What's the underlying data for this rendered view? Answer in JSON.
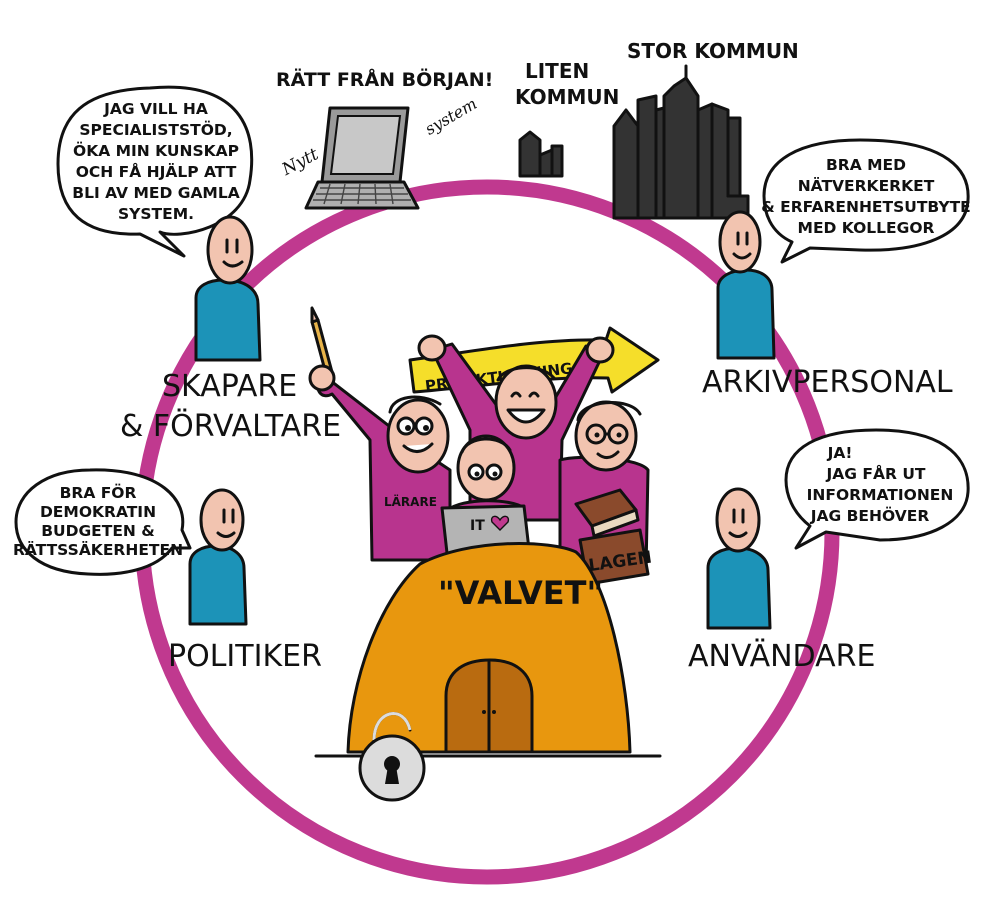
{
  "colors": {
    "ring": "#c0398f",
    "person_skin": "#f2c4b0",
    "person_body": "#1c93b8",
    "team_shirt": "#b8348e",
    "vault": "#e8970e",
    "door": "#b96b10",
    "city": "#333333",
    "banner": "#f5de2a",
    "book": "#8a4a2c"
  },
  "icons": [
    "laptop-icon",
    "skyline-icon",
    "padlock-icon",
    "vault-icon",
    "banner-arrow-icon",
    "pencil-icon",
    "book-icon",
    "heart-icon"
  ],
  "top": {
    "laptop_caption": "RÄTT FRÅN BÖRJAN!",
    "laptop_note_left": "Nytt",
    "laptop_note_right": "system",
    "small_city": [
      "LITEN",
      "KOMMUN"
    ],
    "big_city": "STOR KOMMUN"
  },
  "roles": {
    "creators": [
      "SKAPARE",
      "& FÖRVALTARE"
    ],
    "archivists": "ARKIVPERSONAL",
    "politicians": "POLITIKER",
    "users": "ANVÄNDARE"
  },
  "bubbles": {
    "creators": [
      "JAG VILL HA",
      "SPECIALISTSTÖD,",
      "ÖKA MIN KUNSKAP",
      "OCH FÅ HJÄLP ATT",
      "BLI AV MED GAMLA",
      "SYSTEM."
    ],
    "archivists": [
      "BRA MED",
      "NÄTVERKERKET",
      "& ERFARENHETSUTBYTE",
      "MED KOLLEGOR"
    ],
    "politicians": [
      "BRA FÖR",
      "DEMOKRATIN",
      "BUDGETEN &",
      "RÄTTSSÄKERHETEN"
    ],
    "users": [
      "JA!",
      "JAG FÅR UT",
      "INFORMATIONEN",
      "JAG BEHÖVER"
    ]
  },
  "center": {
    "banner": "PROJEKTLEDNING",
    "teacher_label": "LÄRARE",
    "it_label": "IT",
    "law_label": "LAGEN",
    "vault_label": "\"VALVET\""
  }
}
